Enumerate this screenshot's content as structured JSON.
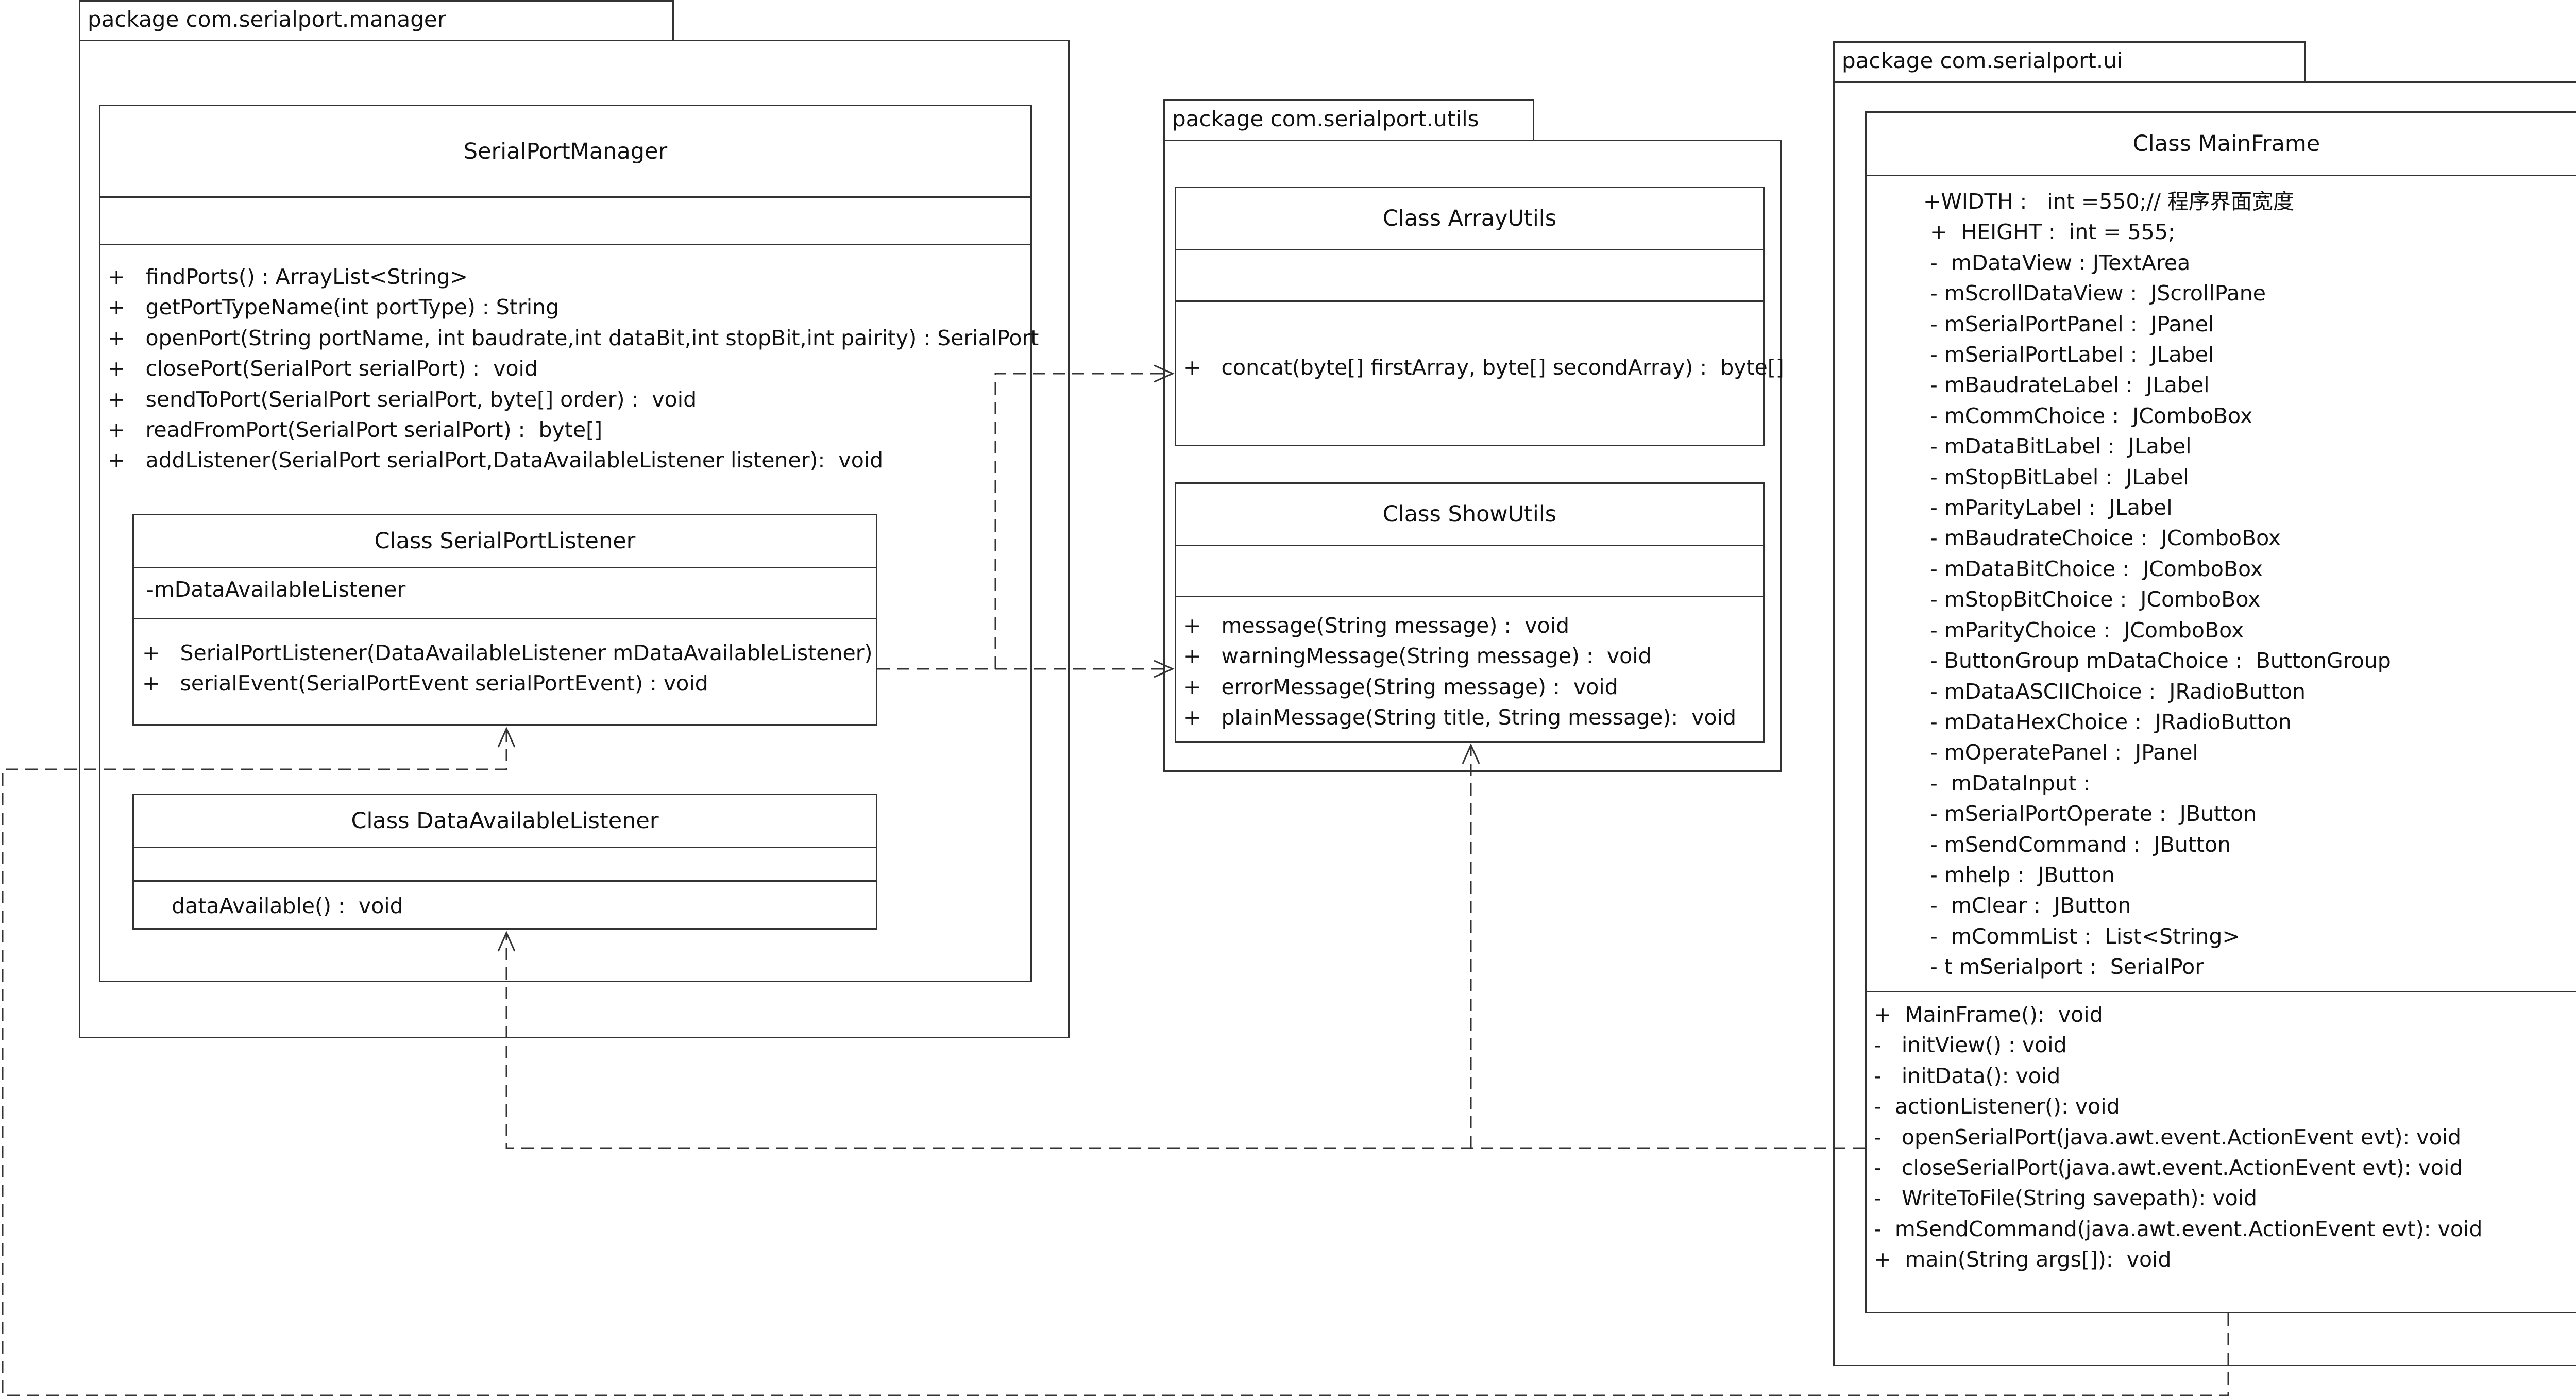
{
  "packages": {
    "manager": {
      "label": "package com.serialport.manager"
    },
    "utils": {
      "label": "package com.serialport.utils"
    },
    "ui": {
      "label": "package com.serialport.ui"
    }
  },
  "classes": {
    "serialPortManager": {
      "name": "SerialPortManager",
      "attributes": [],
      "operations": [
        "+   findPorts() : ArrayList<String>",
        "+   getPortTypeName(int portType) : String",
        "+   openPort(String portName, int baudrate,int dataBit,int stopBit,int pairity) : SerialPort",
        "+   closePort(SerialPort serialPort) :  void",
        "+   sendToPort(SerialPort serialPort, byte[] order) :  void",
        "+   readFromPort(SerialPort serialPort) :  byte[]",
        "+   addListener(SerialPort serialPort,DataAvailableListener listener):  void"
      ]
    },
    "serialPortListener": {
      "name": "Class SerialPortListener",
      "attributes": [
        "-mDataAvailableListener"
      ],
      "operations": [
        "+   SerialPortListener(DataAvailableListener mDataAvailableListener)",
        "+   serialEvent(SerialPortEvent serialPortEvent) : void"
      ]
    },
    "dataAvailableListener": {
      "name": "Class DataAvailableListener",
      "attributes": [],
      "operations": [
        "   dataAvailable() :  void"
      ]
    },
    "arrayUtils": {
      "name": "Class ArrayUtils",
      "attributes": [],
      "operations": [
        "+   concat(byte[] firstArray, byte[] secondArray) :  byte[]"
      ]
    },
    "showUtils": {
      "name": "Class ShowUtils",
      "attributes": [],
      "operations": [
        "+   message(String message) :  void",
        "+   warningMessage(String message) :  void",
        "+   errorMessage(String message) :  void",
        "+   plainMessage(String title, String message):  void"
      ]
    },
    "mainFrame": {
      "name": "Class MainFrame",
      "attributes": [
        "+WIDTH :   int =550;// 程序界面宽度",
        " +  HEIGHT :  int = 555;",
        " -  mDataView : JTextArea",
        " - mScrollDataView :  JScrollPane",
        " - mSerialPortPanel :  JPanel",
        " - mSerialPortLabel :  JLabel",
        " - mBaudrateLabel :  JLabel",
        " - mCommChoice :  JComboBox",
        " - mDataBitLabel :  JLabel",
        " - mStopBitLabel :  JLabel",
        " - mParityLabel :  JLabel",
        " - mBaudrateChoice :  JComboBox",
        " - mDataBitChoice :  JComboBox",
        " - mStopBitChoice :  JComboBox",
        " - mParityChoice :  JComboBox",
        " - ButtonGroup mDataChoice :  ButtonGroup",
        " - mDataASCIIChoice :  JRadioButton",
        " - mDataHexChoice :  JRadioButton",
        " - mOperatePanel :  JPanel",
        " -  mDataInput :",
        " - mSerialPortOperate :  JButton",
        " - mSendCommand :  JButton",
        " - mhelp :  JButton",
        " -  mClear :  JButton",
        " -  mCommList :  List<String>",
        " - t mSerialport :  SerialPor"
      ],
      "operations": [
        "+  MainFrame():  void",
        "-   initView() : void",
        "-   initData(): void",
        "-  actionListener(): void",
        "-   openSerialPort(java.awt.event.ActionEvent evt): void",
        "-   closeSerialPort(java.awt.event.ActionEvent evt): void",
        "-   WriteToFile(String savepath): void",
        "-  mSendCommand(java.awt.event.ActionEvent evt): void",
        "+  main(String args[]):  void"
      ]
    }
  }
}
